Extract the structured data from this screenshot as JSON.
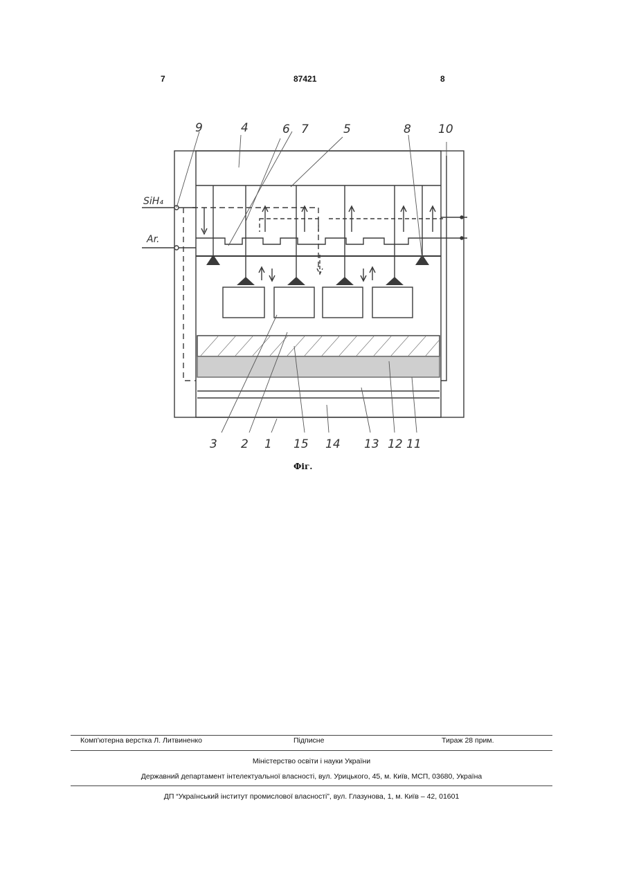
{
  "header": {
    "page_left": "7",
    "patent_number": "87421",
    "page_right": "8"
  },
  "figure": {
    "gas_labels": {
      "silane": "SiH₄",
      "argon": "Ar."
    },
    "callouts": [
      "9",
      "4",
      "6",
      "7",
      "5",
      "8",
      "10",
      "3",
      "2",
      "1",
      "15",
      "14",
      "13",
      "12",
      "11"
    ],
    "caption": "Фіг."
  },
  "footer": {
    "layout_credit": "Комп'ютерна верстка Л. Литвиненко",
    "signed": "Підписне",
    "circulation": "Тираж 28 прим.",
    "ministry": "Міністерство освіти і науки України",
    "department": "Державний департамент інтелектуальної власності, вул. Урицького, 45, м. Київ, МСП, 03680, Україна",
    "institute": "ДП “Український інститут промислової власності”, вул. Глазунова, 1, м. Київ – 42, 01601"
  }
}
